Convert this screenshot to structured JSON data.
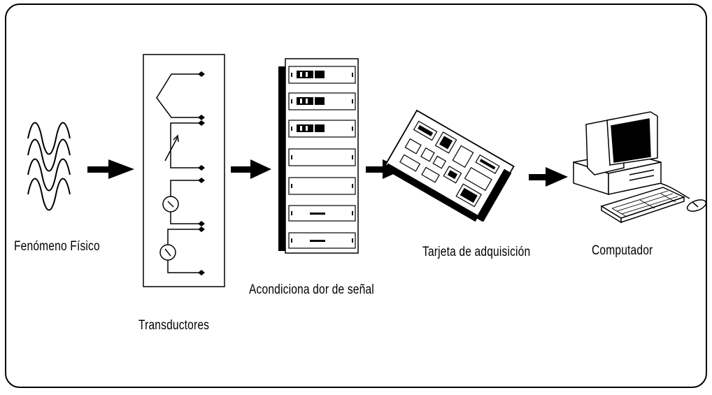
{
  "diagram": {
    "stages": [
      {
        "id": "fenomeno",
        "label": "Fenómeno  Físico",
        "icon": "sine-waves-icon"
      },
      {
        "id": "transductores",
        "label": "Transductores",
        "icon": "transducer-panel-icon"
      },
      {
        "id": "acondicionador",
        "label": "Acondiciona dor  de señal",
        "icon": "signal-conditioner-rack-icon"
      },
      {
        "id": "tarjeta",
        "label": "Tarjeta  de adquisición",
        "icon": "acquisition-card-icon"
      },
      {
        "id": "computador",
        "label": "Computador",
        "icon": "computer-icon"
      }
    ],
    "arrows": [
      "arrow-right-icon",
      "arrow-right-icon",
      "arrow-right-icon",
      "arrow-right-icon"
    ]
  }
}
